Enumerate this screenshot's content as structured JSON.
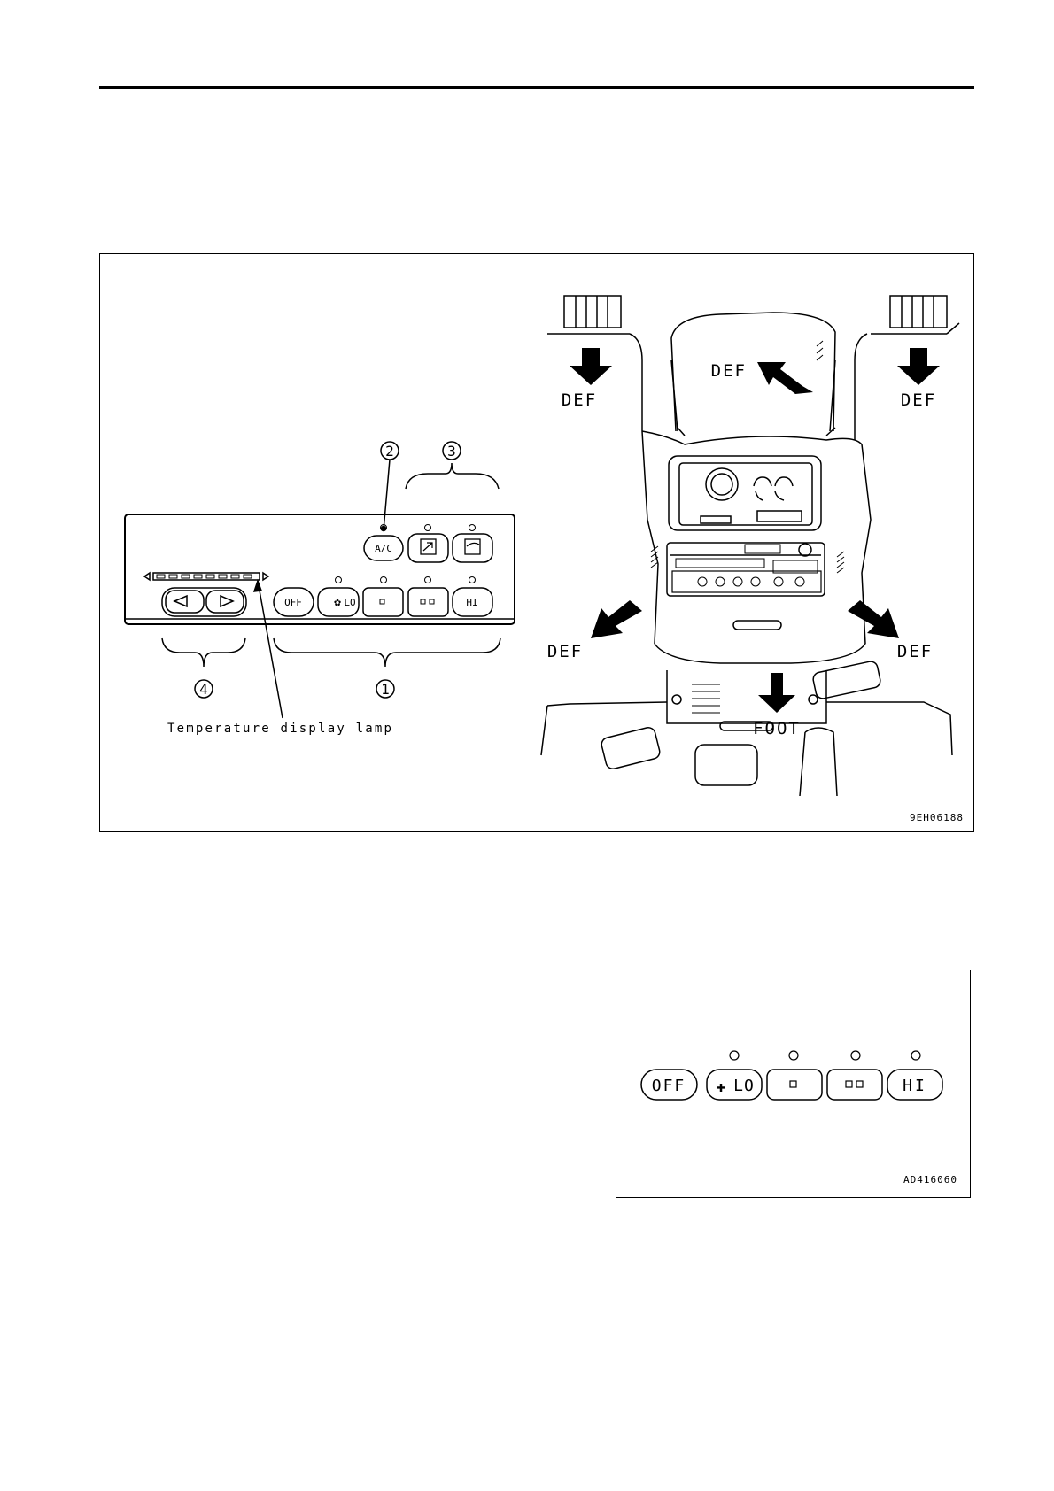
{
  "figure1": {
    "caption_temp_lamp": "Temperature display lamp",
    "callouts": [
      "1",
      "2",
      "3",
      "4"
    ],
    "buttons": {
      "ac": "A/C",
      "off": "OFF",
      "lo": "LO",
      "hi": "HI"
    },
    "airflow_labels": {
      "def_top_left": "DEF",
      "def_top_center": "DEF",
      "def_top_right": "DEF",
      "def_bottom_left": "DEF",
      "def_bottom_right": "DEF",
      "foot": "FOOT"
    },
    "image_code": "9EH06188"
  },
  "figure2": {
    "buttons": {
      "off": "OFF",
      "lo": "LO",
      "hi": "HI"
    },
    "image_code": "AD416060"
  },
  "icons": [
    "fan-icon",
    "arrow-left-icon",
    "arrow-right-icon",
    "recirculate-air-icon",
    "fresh-air-icon",
    "indicator-lamp-icon"
  ]
}
